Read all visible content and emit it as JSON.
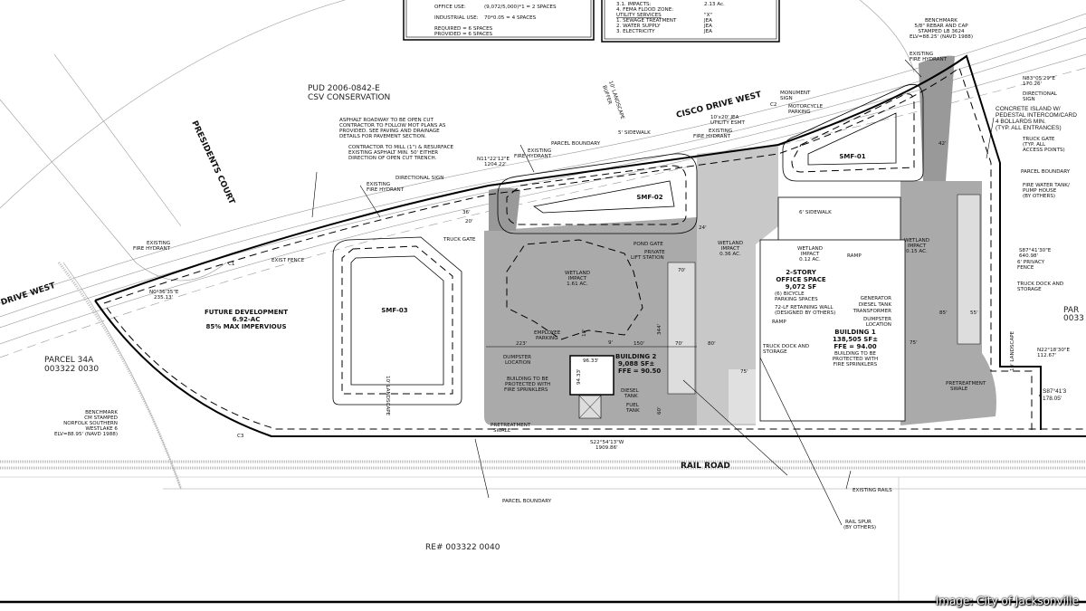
{
  "parking_box": {
    "office_use": "OFFICE USE:",
    "office_calc": "(9,072/5,000)*1 = 2 SPACES",
    "industrial_use": "INDUSTRIAL USE:",
    "industrial_calc": "70*0.05 = 4 SPACES",
    "required": "REQUIRED = 6 SPACES",
    "provided": "PROVIDED = 6 SPACES"
  },
  "site_box": {
    "impacts": "3.1.   IMPACTS:",
    "impacts_val": "2.13 Ac.",
    "fema": "4.   FEMA FLOOD ZONE:",
    "fema_val": "\"X\"",
    "utility": "UTILITY SERVICES",
    "u1": "1.   SEWAGE TREATMENT",
    "u1_val": "JEA",
    "u2": "2.   WATER SUPPLY",
    "u2_val": "JEA",
    "u3": "3.   ELECTRICITY",
    "u3_val": "JEA"
  },
  "roads": {
    "cisco": "CISCO DRIVE WEST",
    "cisco_left": "DRIVE WEST",
    "presidents": "PRESIDENTS COURT",
    "rail": "RAIL ROAD"
  },
  "parcels": {
    "pud": [
      "PUD 2006-0842-E",
      "CSV CONSERVATION"
    ],
    "p34a": [
      "PARCEL 34A",
      "003322 0030"
    ],
    "re": "RE# 003322 0040",
    "right": [
      "PAR",
      "0033"
    ]
  },
  "areas": {
    "future": [
      "FUTURE DEVELOPMENT",
      "6.92-AC",
      "85% MAX IMPERVIOUS"
    ],
    "smf01": "SMF-01",
    "smf02": "SMF-02",
    "smf03": "SMF-03",
    "wetland1": [
      "WETLAND",
      "IMPACT",
      "1.61 AC."
    ],
    "wetland2": [
      "WETLAND",
      "IMPACT",
      "0.36 AC."
    ],
    "wetland3": [
      "WETLAND",
      "IMPACT",
      "0.12 AC."
    ],
    "wetland4": [
      "WETLAND",
      "IMPACT",
      "0.15 AC."
    ],
    "office": [
      "2-STORY",
      "OFFICE SPACE",
      "9,072 SF"
    ],
    "building1": [
      "BUILDING 1",
      "138,505 SF±",
      "FFE = 94.00"
    ],
    "building1_note": [
      "BUILDING TO BE",
      "PROTECTED WITH",
      "FIRE SPRINKLERS"
    ],
    "building2": [
      "BUILDING 2",
      "9,088 SF±",
      "FFE = 90.50"
    ]
  },
  "notes": {
    "asphalt": [
      "ASPHALT ROADWAY TO BE OPEN CUT",
      "CONTRACTOR TO FOLLOW MOT PLANS AS",
      "PROVIDED. SEE PAVING AND DRAINAGE",
      "DETAILS FOR PAVEMENT SECTION."
    ],
    "mill": [
      "CONTRACTOR TO MILL (1\") & RESURFACE",
      "EXISTING ASPHALT MIN. 50' EITHER",
      "DIRECTION OF OPEN CUT TRENCH."
    ],
    "hydrant": [
      "EXISTING",
      "FIRE HYDRANT"
    ],
    "directional_sign": "DIRECTIONAL SIGN",
    "directional_sign2": [
      "DIRECTIONAL",
      "SIGN"
    ],
    "parcel_boundary": "PARCEL BOUNDARY",
    "sidewalk5": "5' SIDEWALK",
    "sidewalk6": "6' SIDEWALK",
    "landscape": [
      "10' LANDSCAPE",
      "BUFFER"
    ],
    "bearing1": [
      "N11°22'12\"E",
      "1204.22'"
    ],
    "bearing2": [
      "N0°36'35\"E",
      "235.13'"
    ],
    "bearing3": [
      "N83°05'29\"E",
      "170.26'"
    ],
    "bearing4": [
      "S87°41'30\"E",
      "640.98'"
    ],
    "bearing5": [
      "N22°18'30\"E",
      "112.67'"
    ],
    "bearing6": [
      "S87°41'3",
      "178.05'"
    ],
    "bearing7": [
      "S22°54'13\"W",
      "1909.86'"
    ],
    "jea": [
      "10'x20' JEA",
      "UTILITY ESMT"
    ],
    "monument": [
      "MONUMENT",
      "SIGN"
    ],
    "moto": [
      "MOTORCYCLE",
      "PARKING"
    ],
    "benchmark_top": [
      "BENCHMARK",
      "5/8\" REBAR AND CAP",
      "STAMPED LB 3624",
      "ELV=88.25' (NAVD 1988)"
    ],
    "benchmark_left": [
      "BENCHMARK",
      "CM STAMPED",
      "NORFOLK SOUTHERN",
      "WESTLAKE 6",
      "ELV=88.95' (NAVD 1988)"
    ],
    "concrete": [
      "CONCRETE ISLAND W/",
      "PEDESTAL INTERCOM/CARD",
      "4 BOLLARDS MIN.",
      "(TYP. ALL ENTRANCES)"
    ],
    "truck_gate_r": [
      "TRUCK GATE",
      "(TYP. ALL",
      "ACCESS POINTS)"
    ],
    "fire_tank": [
      "FIRE WATER TANK/",
      "PUMP HOUSE",
      "(BY OTHERS)"
    ],
    "privacy": [
      "6' PRIVACY",
      "FENCE"
    ],
    "truck_dock": [
      "TRUCK DOCK AND",
      "STORAGE"
    ],
    "truck_gate": "TRUCK GATE",
    "exist_fence": "EXIST FENCE",
    "pond_gate": "POND GATE",
    "lift": [
      "PRIVATE",
      "LIFT STATION"
    ],
    "ramp": "RAMP",
    "bicycle": [
      "(6) BICYCLE",
      "PARKING SPACES"
    ],
    "retaining": [
      "72-LF RETAINING WALL",
      "(DESIGNED BY OTHERS)"
    ],
    "generator": "GENERATOR",
    "diesel": "DIESEL TANK",
    "transformer": "TRANSFORMER",
    "dumpster": [
      "DUMPSTER",
      "LOCATION"
    ],
    "employee": [
      "EMPLOYEE",
      "PARKING"
    ],
    "bldg2_note": [
      "BUILDING TO BE",
      "PROTECTED WITH",
      "FIRE SPRINKLERS"
    ],
    "diesel2": [
      "DIESEL",
      "TANK"
    ],
    "fuel": [
      "FUEL",
      "TANK"
    ],
    "swale": [
      "PRETREATMENT",
      "SWALE"
    ],
    "existing_rails": "EXISTING RAILS",
    "rail_spur": [
      "RAIL SPUR",
      "(BY OTHERS)"
    ],
    "c1": "C1",
    "c2": "C2",
    "c3": "C3"
  },
  "dims": {
    "d36": "36'",
    "d20": "20'",
    "d223": "223'",
    "d150": "150'",
    "d70": "70'",
    "d80": "80'",
    "d344": "344'",
    "d60": "60'",
    "d75": "75'",
    "d85": "85'",
    "d55": "55'",
    "d42": "42'",
    "d24": "24'",
    "d9633": "96.33'",
    "d9433": "94.33'",
    "d9": "9'",
    "d18": "18'"
  },
  "credit": "Image: City of Jacksonville"
}
